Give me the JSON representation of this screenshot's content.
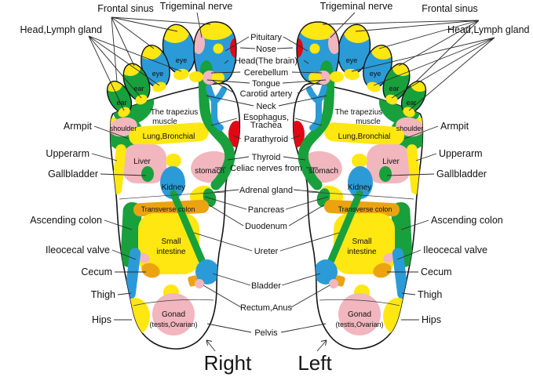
{
  "diagram": {
    "type": "foot-reflexology-chart",
    "footer": {
      "left_foot_label": "Right",
      "right_foot_label": "Left"
    }
  },
  "outer_labels": {
    "frontal_sinus": "Frontal sinus",
    "trigeminal_nerve": "Trigeminal nerve",
    "head_lymph_gland": "Head,Lymph gland",
    "armpit": "Armpit",
    "upperarm": "Upperarm",
    "gallbladder": "Gallbladder",
    "ascending_colon": "Ascending colon",
    "ileocecal_valve": "Ileocecal valve",
    "cecum": "Cecum",
    "thigh": "Thigh",
    "hips": "Hips"
  },
  "center_labels": {
    "pituitary": "Pituitary",
    "nose": "Nose",
    "head_brain": "Head(The brain)",
    "cerebellum": "Cerebellum",
    "tongue": "Tongue",
    "carotid_artery": "Carotid artery",
    "neck": "Neck",
    "esophagus_line1": "Esophagus,",
    "esophagus_line2": "Trachea",
    "parathyroid": "Parathyroid",
    "thyroid": "Thyroid",
    "celiac_nerves": "Celiac nerves from",
    "adrenal_gland": "Adrenal gland",
    "pancreas": "Pancreas",
    "duodenum": "Duodenum",
    "ureter": "Ureter",
    "bladder": "Bladder",
    "rectum_anus": "Rectum,Anus",
    "pelvis": "Pelvis"
  },
  "zone_labels": {
    "eye": "eye",
    "ear": "ear",
    "shoulder": "shoulder",
    "trapezius_line1": "The trapezius",
    "trapezius_line2": "muscle",
    "lung_bronchial": "Lung,Bronchial",
    "liver": "Liver",
    "stomach": "stomach",
    "kidney": "Kidney",
    "transverse_colon": "Transverse colon",
    "small_intestine_line1": "Small",
    "small_intestine_line2": "intestine",
    "gonad_line1": "Gonad",
    "gonad_line2": "(testis,Ovarian)"
  },
  "colors": {
    "zone_yellow": "#ffe712",
    "zone_blue": "#2b9bd7",
    "zone_green": "#18a03c",
    "zone_pink": "#f2b6be",
    "zone_red": "#e00814",
    "zone_orange": "#eba312",
    "outline_black": "#161616"
  }
}
